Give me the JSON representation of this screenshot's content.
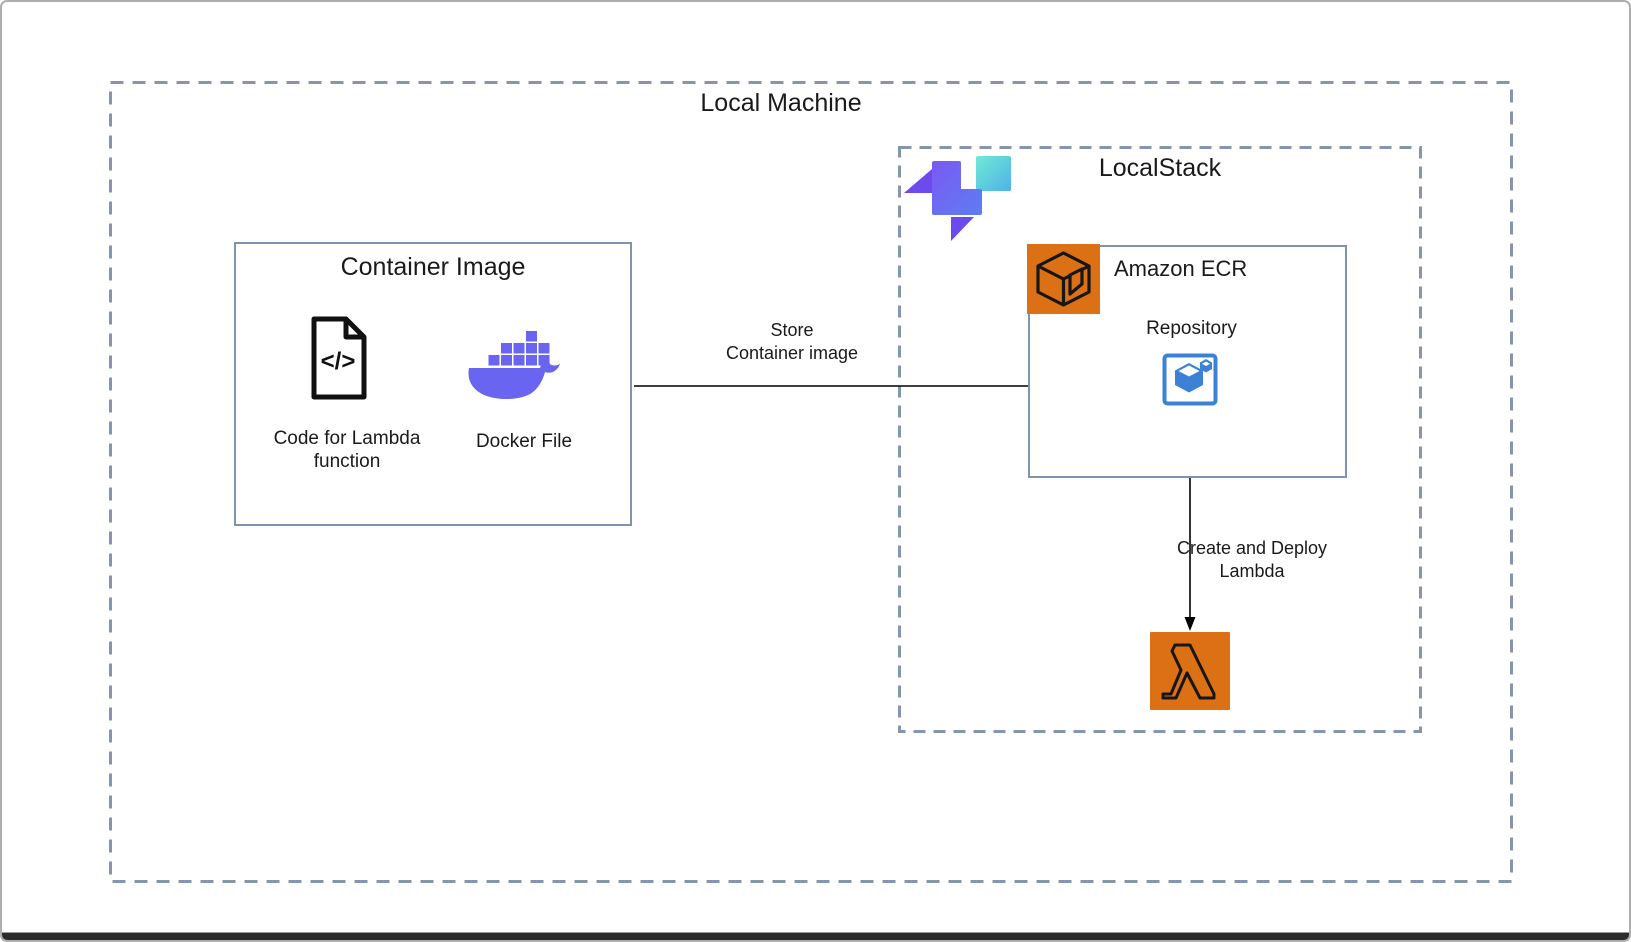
{
  "local_machine": {
    "title": "Local Machine"
  },
  "container_image": {
    "title": "Container Image",
    "code_label": "Code for Lambda\nfunction",
    "docker_label": "Docker File"
  },
  "localstack": {
    "title": "LocalStack"
  },
  "ecr": {
    "title": "Amazon ECR",
    "repository_label": "Repository"
  },
  "arrows": {
    "store_label": "Store\nContainer image",
    "deploy_label": "Create and Deploy\nLambda"
  },
  "icons": {
    "code_file": "code-file-icon",
    "docker": "docker-icon",
    "localstack_logo": "localstack-logo-icon",
    "amazon_ecr": "amazon-ecr-icon",
    "ecr_repository": "ecr-repository-icon",
    "aws_lambda": "aws-lambda-icon"
  },
  "colors": {
    "dashed_border": "#8595ac",
    "solid_border": "#8092ad",
    "aws_orange": "#DC7014",
    "repository_blue": "#3B82D6",
    "docker_purple": "#6965F0",
    "localstack_teal": "#5FE0D4",
    "localstack_purple": "#6D4AEE",
    "arrow_black": "#000000",
    "text": "#1a1a1a"
  }
}
